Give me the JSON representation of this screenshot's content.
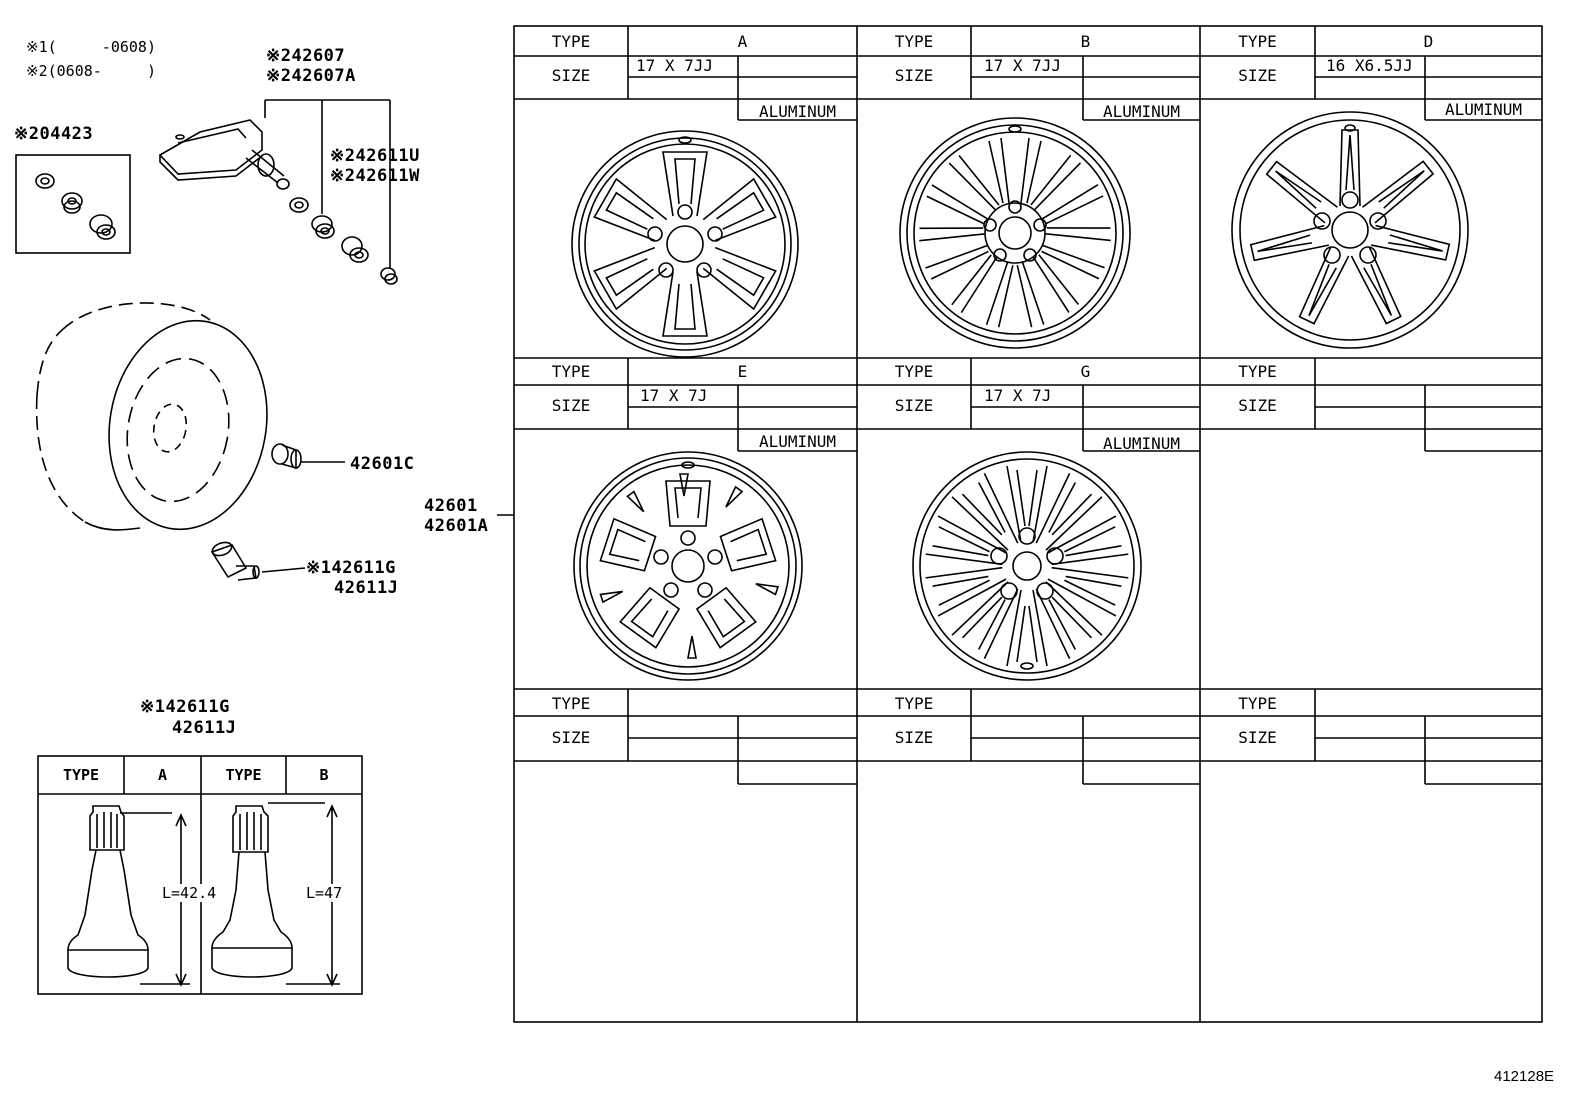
{
  "notes": {
    "n1_mark": "※1",
    "n1_range": "(     -0608)",
    "n2_mark": "※2",
    "n2_range": "(0608-     )"
  },
  "parts": {
    "p04423": "※204423",
    "p42607": "※242607",
    "p42607a": "※242607A",
    "p42611u": "※242611U",
    "p42611w": "※242611W",
    "p42601c": "42601C",
    "p42611g": "※142611G",
    "p42611j": "42611J",
    "p42601": "42601",
    "p42601a": "42601A"
  },
  "valve_table": {
    "title_1": "※142611G",
    "title_2": "42611J",
    "type_label": "TYPE",
    "col_a": "A",
    "col_b": "B",
    "len_a": "L=42.4",
    "len_b": "L=47"
  },
  "wheel_grid": {
    "type_label": "TYPE",
    "size_label": "SIZE",
    "cells": [
      {
        "type": "A",
        "size": "17 X 7JJ",
        "material": "ALUMINUM",
        "icon": "wheel-a-icon"
      },
      {
        "type": "B",
        "size": "17 X 7JJ",
        "material": "ALUMINUM",
        "icon": "wheel-b-icon"
      },
      {
        "type": "D",
        "size": "16 X6.5JJ",
        "material": "ALUMINUM",
        "icon": "wheel-d-icon"
      },
      {
        "type": "E",
        "size": "17 X 7J",
        "material": "ALUMINUM",
        "icon": "wheel-e-icon"
      },
      {
        "type": "G",
        "size": "17 X 7J",
        "material": "ALUMINUM",
        "icon": "wheel-g-icon"
      },
      {
        "type": "",
        "size": "",
        "material": "",
        "icon": ""
      },
      {
        "type": "",
        "size": "",
        "material": "",
        "icon": ""
      },
      {
        "type": "",
        "size": "",
        "material": "",
        "icon": ""
      },
      {
        "type": "",
        "size": "",
        "material": "",
        "icon": ""
      }
    ]
  },
  "figure_id": "412128E"
}
